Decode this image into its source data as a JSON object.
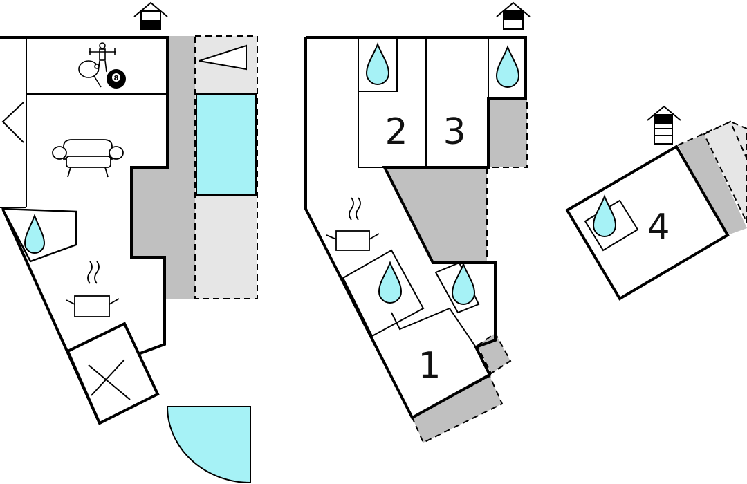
{
  "colors": {
    "water": "#a6f2f6",
    "terrace": "#c0c0c0",
    "light_area": "#e6e6e6",
    "wall": "#000000"
  },
  "pool_table_label": "8",
  "rooms": {
    "room_1": "1",
    "room_2": "2",
    "room_3": "3",
    "room_4": "4"
  },
  "icons": [
    "house-level-icon",
    "foosball-icon",
    "ping-pong-icon",
    "billiard-ball-icon",
    "sofa-icon",
    "shower-icon",
    "kitchen-pot-icon",
    "bed-cross-icon",
    "door-icon"
  ]
}
